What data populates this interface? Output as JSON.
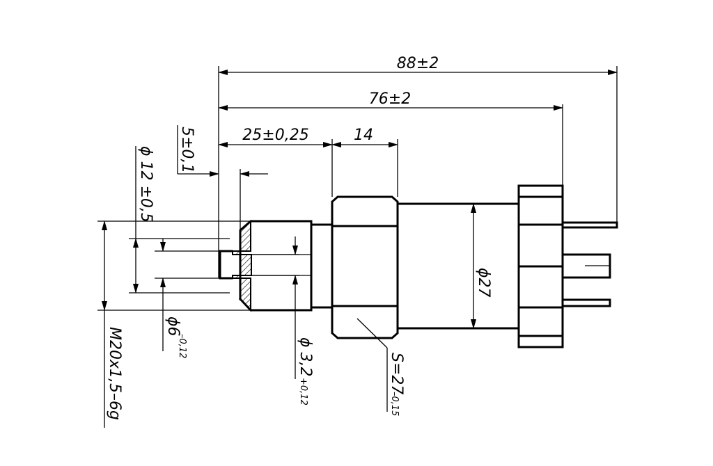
{
  "dimensions": {
    "overall_length": "88±2",
    "body_length": "76±2",
    "fitting_length": "25±0,25",
    "hex_width": "14",
    "tip_offset": "5±0,1",
    "diameter_12": "ϕ 12 ±0,5",
    "body_diameter": "ϕ27",
    "thread": "M20x1,5–6g",
    "diameter_6": "ϕ6",
    "diameter_6_tol": "–0,12",
    "diameter_3_2": "ϕ 3,2",
    "diameter_3_2_tol": "+0,12",
    "hex_size": "S=27",
    "hex_size_tol": "–0,15"
  }
}
